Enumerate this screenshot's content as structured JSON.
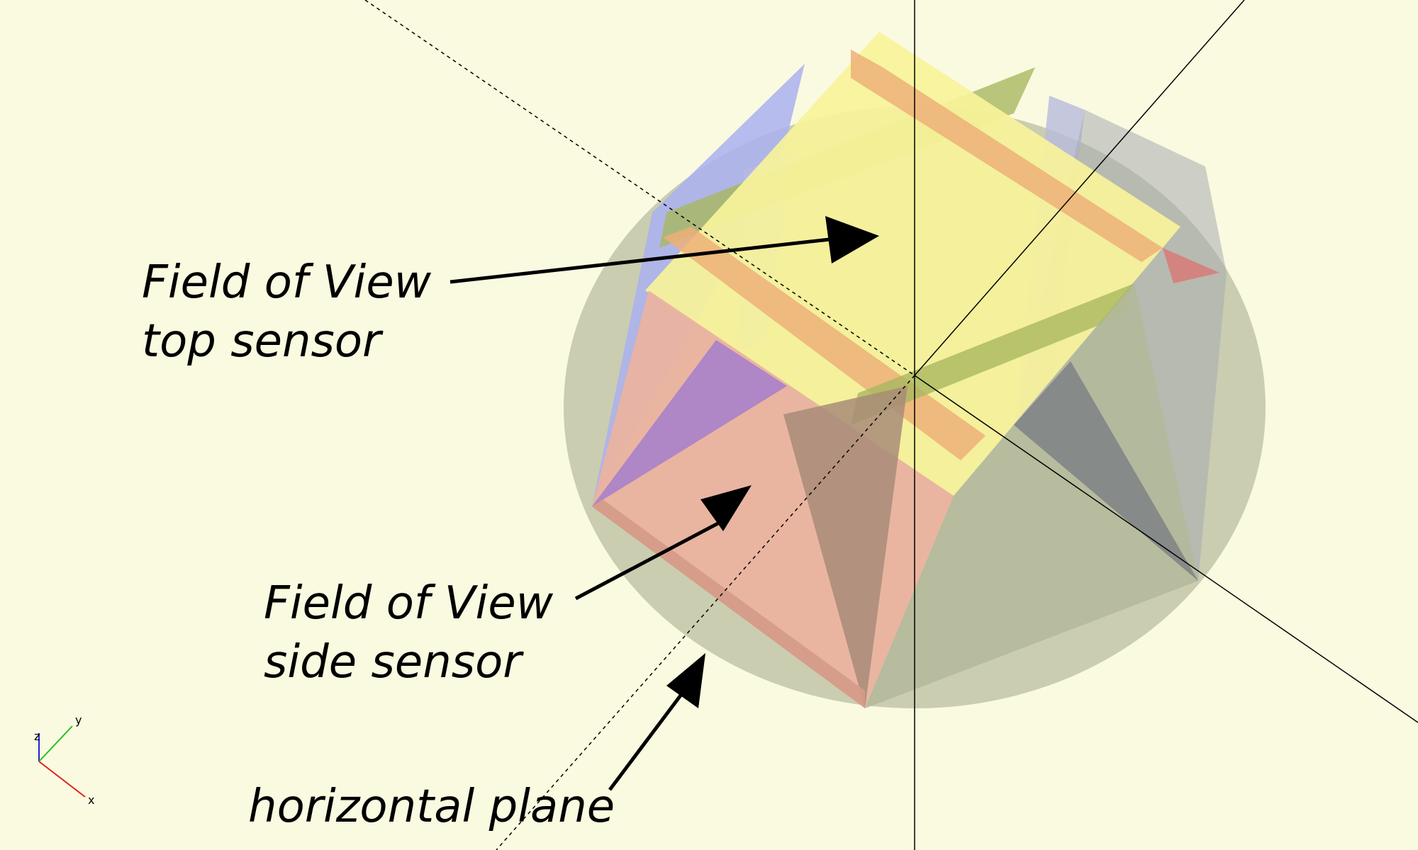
{
  "annotations": {
    "top_sensor": {
      "line1": "Field of View",
      "line2": "top sensor"
    },
    "side_sensor": {
      "line1": "Field of View",
      "line2": "side sensor"
    },
    "horizontal_plane": {
      "text": "horizontal plane"
    }
  },
  "axis_indicator": {
    "x": "x",
    "y": "y",
    "z": "z"
  },
  "colors": {
    "background": "#fafae0",
    "top_fov": "#f7f39a",
    "side_fov": "#eab3a0",
    "side_fov_dark": "#a88c78",
    "blue_fov": "#aeb2ee",
    "purple_fov": "#a07ad0",
    "horizontal_plane": "#c4c8a8",
    "orange_strip": "#edb078",
    "green_strip": "#a9b860",
    "axis_x": "#e02020",
    "axis_y": "#20c020",
    "axis_z": "#2020e0"
  }
}
